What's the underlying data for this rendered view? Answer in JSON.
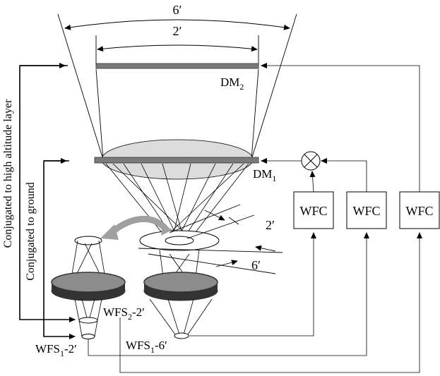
{
  "labels": {
    "fov_outer": "6′",
    "fov_inner": "2′",
    "dm2": "DM",
    "dm2_sub": "2",
    "dm1": "DM",
    "dm1_sub": "1",
    "conj_high": "Conjugated to high altitude layer",
    "conj_ground": "Conjugated to ground",
    "beam_2": "2′",
    "beam_6": "6′",
    "wfs2": "WFS",
    "wfs2_sub": "2",
    "wfs2_suffix": "-2′",
    "wfs1a": "WFS",
    "wfs1a_sub": "1",
    "wfs1a_suffix": "-2′",
    "wfs1b": "WFS",
    "wfs1b_sub": "1",
    "wfs1b_suffix": "-6′"
  },
  "controllers": [
    {
      "label": "WFC"
    },
    {
      "label": "WFC"
    },
    {
      "label": "WFC"
    }
  ],
  "symbols": {
    "combiner": "summing-junction-icon"
  },
  "colors": {
    "mirror": "#7a7a7a",
    "lens": "#dcdcdc",
    "wfs_top": "#8c8c8c",
    "wfs_rim": "#333333",
    "arrow": "#a0a0a0",
    "line": "#000000"
  }
}
